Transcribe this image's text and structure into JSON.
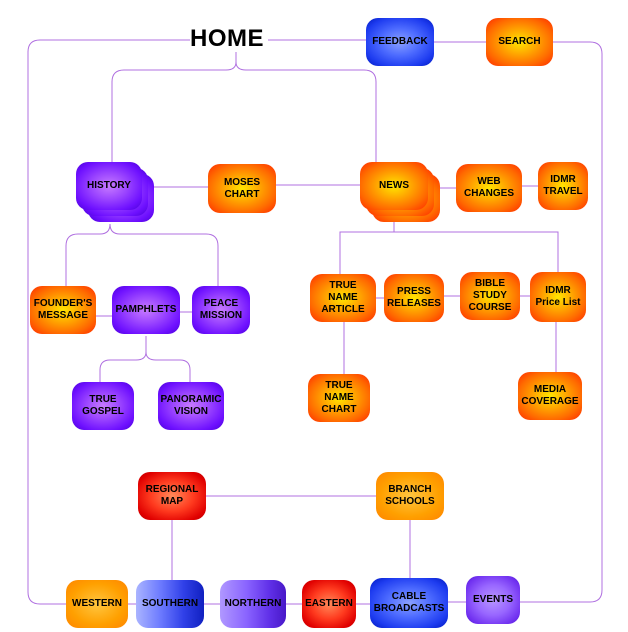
{
  "home_label": "HOME",
  "nodes": {
    "feedback": "FEEDBACK",
    "search": "SEARCH",
    "history": "HISTORY",
    "moses_chart": "MOSES\nCHART",
    "news": "NEWS",
    "web_changes": "WEB\nCHANGES",
    "idmr_travel": "IDMR\nTRAVEL",
    "founders_message": "FOUNDER'S\nMESSAGE",
    "pamphlets": "PAMPHLETS",
    "peace_mission": "PEACE\nMISSION",
    "true_gospel": "TRUE\nGOSPEL",
    "panoramic_vision": "PANORAMIC\nVISION",
    "true_name_article": "TRUE\nNAME\nARTICLE",
    "press_releases": "PRESS\nRELEASES",
    "bible_study_course": "BIBLE\nSTUDY\nCOURSE",
    "idmr_price_list": "IDMR\nPrice List",
    "true_name_chart": "TRUE\nNAME\nCHART",
    "media_coverage": "MEDIA\nCOVERAGE",
    "regional_map": "REGIONAL\nMAP",
    "branch_schools": "BRANCH\nSCHOOLS",
    "western": "WESTERN",
    "southern": "SOUTHERN",
    "northern": "NORTHERN",
    "eastern": "EASTERN",
    "cable_broadcasts": "CABLE\nBROADCASTS",
    "events": "EVENTS"
  },
  "colors": {
    "connector": "#b070e0",
    "orange_node": "#ff8a00",
    "purple_node": "#7a22ff",
    "red_node": "#e81010",
    "blue_node": "#2040f0"
  }
}
